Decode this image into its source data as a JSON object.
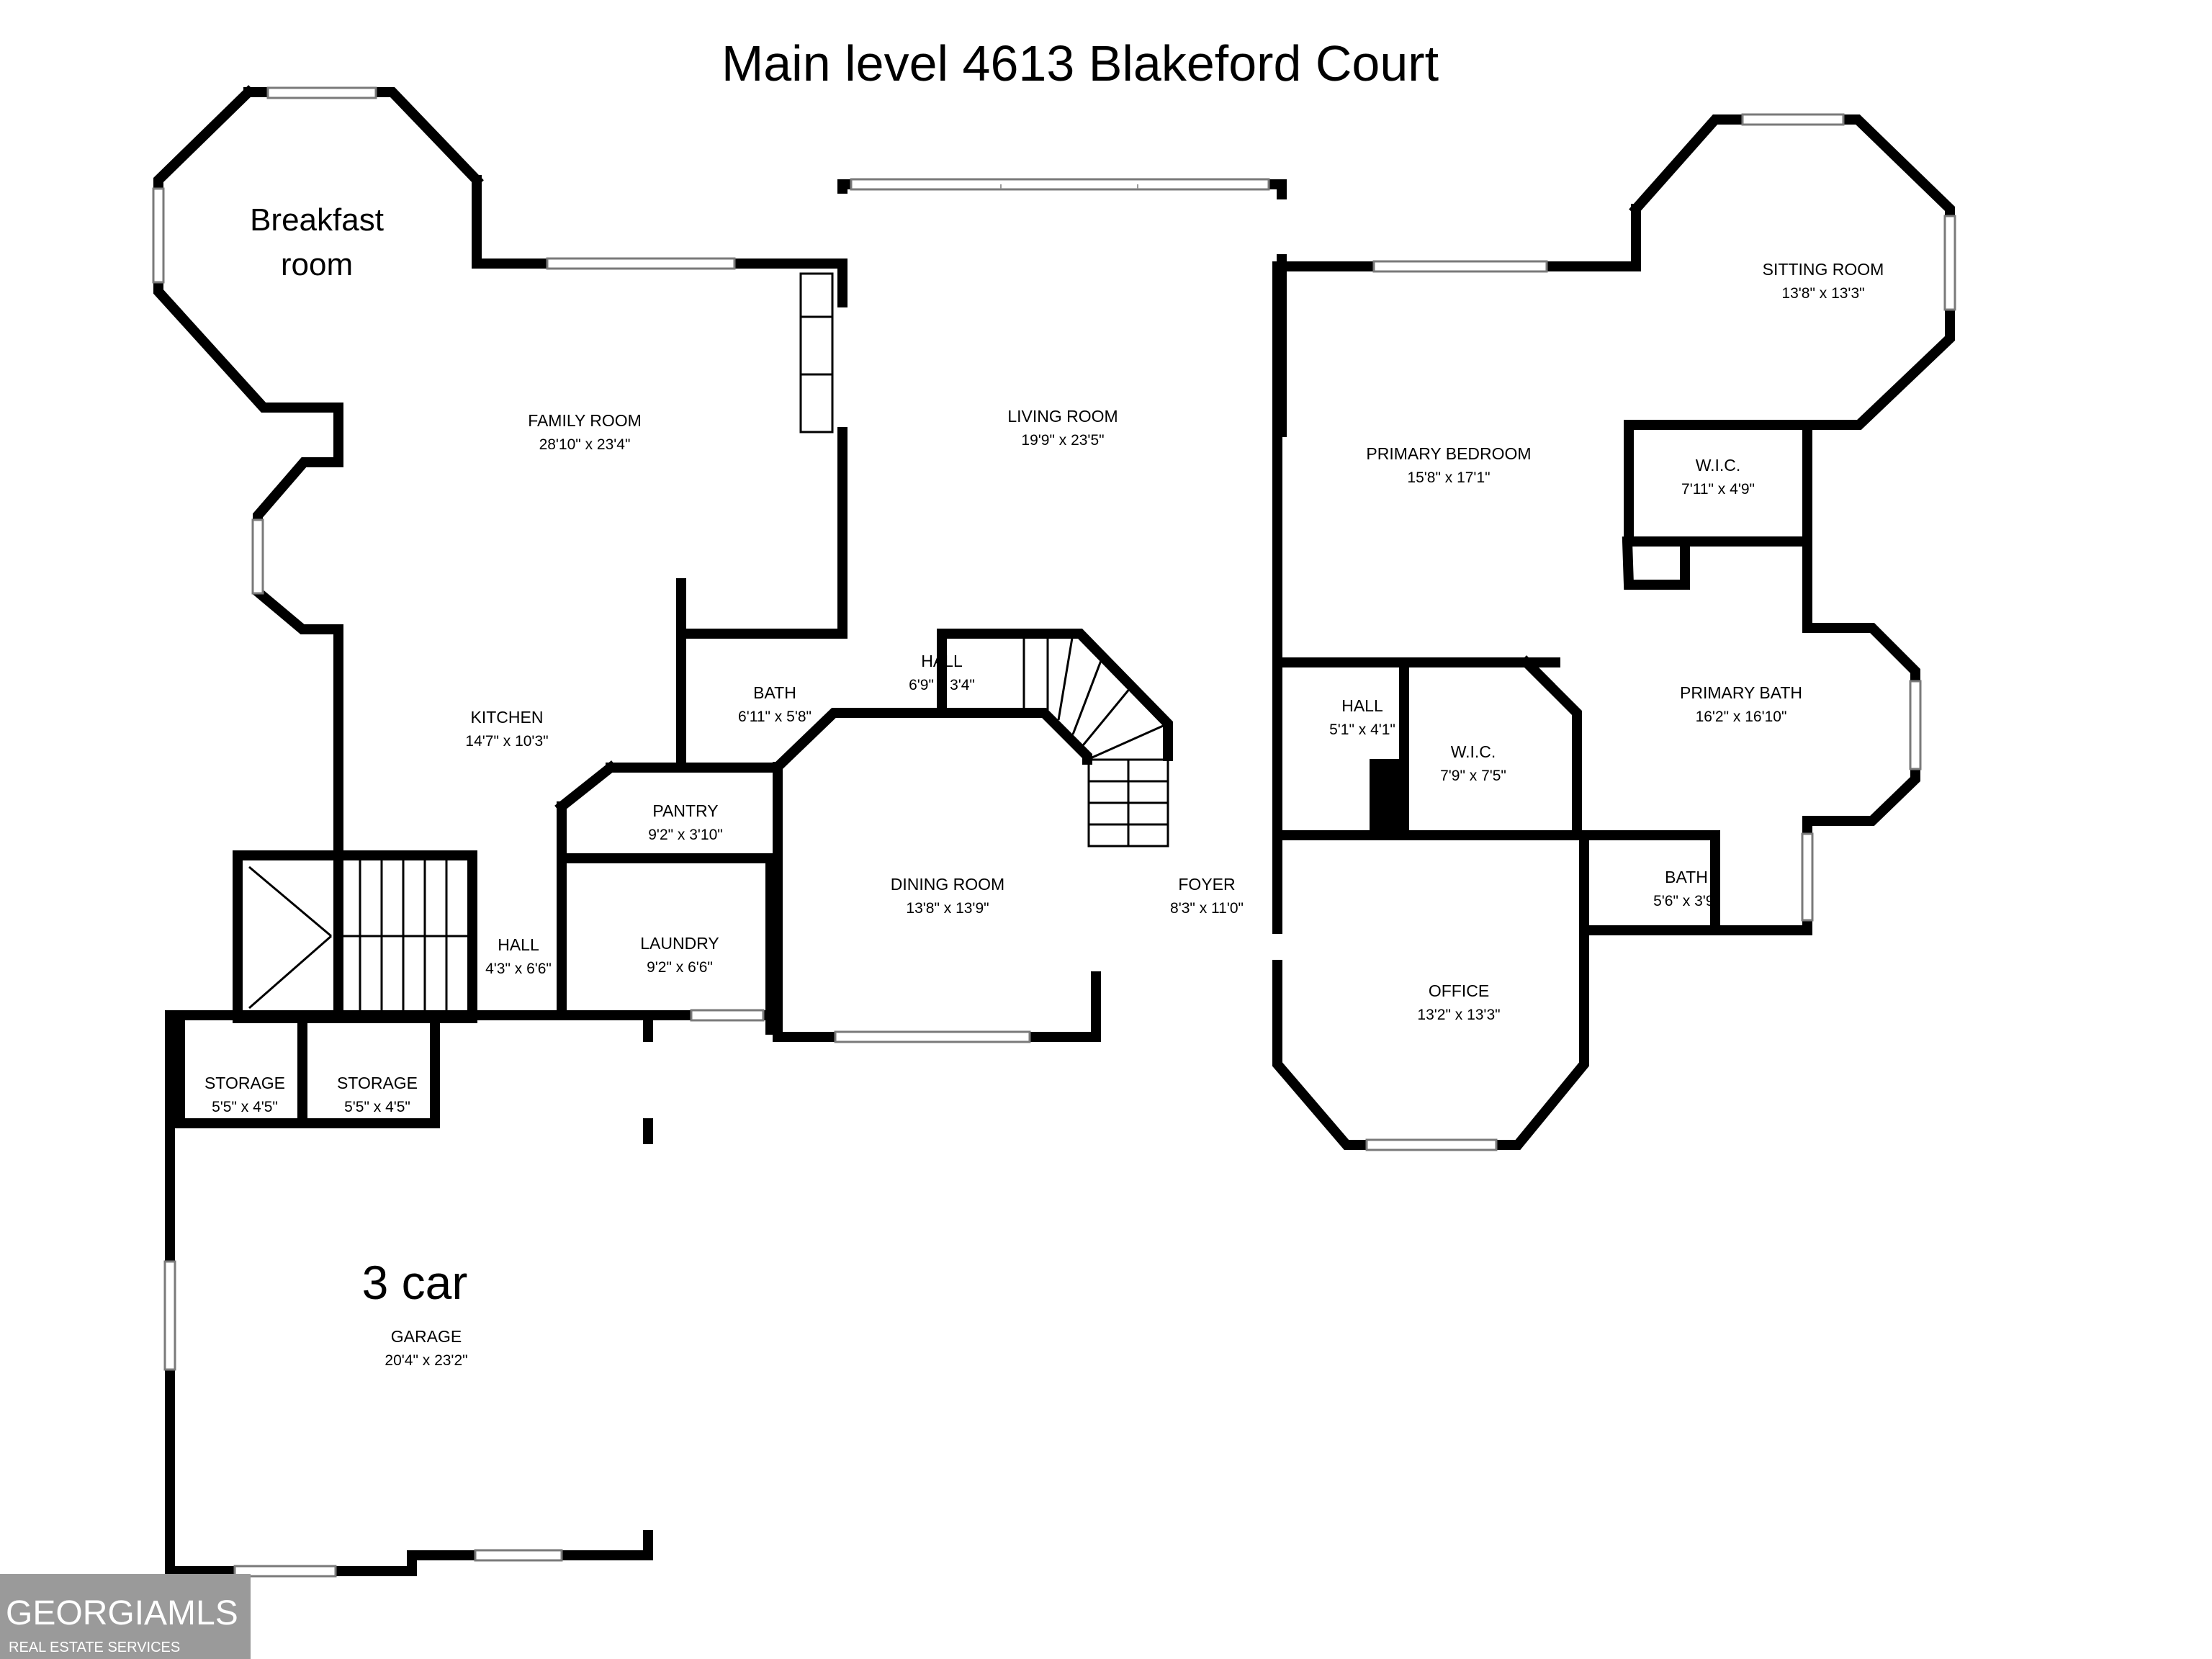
{
  "title": "Main level 4613 Blakeford Court",
  "rooms": {
    "breakfast": {
      "line1": "Breakfast",
      "line2": "room"
    },
    "family_room": {
      "name": "FAMILY ROOM",
      "dim": "28'10\" x 23'4\""
    },
    "living_room": {
      "name": "LIVING ROOM",
      "dim": "19'9\" x 23'5\""
    },
    "primary_bedroom": {
      "name": "PRIMARY BEDROOM",
      "dim": "15'8\" x 17'1\""
    },
    "sitting_room": {
      "name": "SITTING ROOM",
      "dim": "13'8\" x 13'3\""
    },
    "wic_upper": {
      "name": "W.I.C.",
      "dim": "7'11\" x 4'9\""
    },
    "kitchen": {
      "name": "KITCHEN",
      "dim": "14'7\" x 10'3\""
    },
    "bath_center": {
      "name": "BATH",
      "dim": "6'11\" x 5'8\""
    },
    "hall_center": {
      "name": "HALL",
      "dim": "6'9\" x 3'4\""
    },
    "hall_right": {
      "name": "HALL",
      "dim": "5'1\" x 4'1\""
    },
    "wic_lower": {
      "name": "W.I.C.",
      "dim": "7'9\" x 7'5\""
    },
    "primary_bath": {
      "name": "PRIMARY BATH",
      "dim": "16'2\" x 16'10\""
    },
    "pantry": {
      "name": "PANTRY",
      "dim": "9'2\" x 3'10\""
    },
    "dining_room": {
      "name": "DINING ROOM",
      "dim": "13'8\" x 13'9\""
    },
    "foyer": {
      "name": "FOYER",
      "dim": "8'3\" x 11'0\""
    },
    "hall_left": {
      "name": "HALL",
      "dim": "4'3\" x 6'6\""
    },
    "laundry": {
      "name": "LAUNDRY",
      "dim": "9'2\" x 6'6\""
    },
    "bath_small": {
      "name": "BATH",
      "dim": "5'6\" x 3'9\""
    },
    "office": {
      "name": "OFFICE",
      "dim": "13'2\" x 13'3\""
    },
    "storage_1": {
      "name": "STORAGE",
      "dim": "5'5\" x 4'5\""
    },
    "storage_2": {
      "name": "STORAGE",
      "dim": "5'5\" x 4'5\""
    },
    "garage": {
      "note": "3 car",
      "name": "GARAGE",
      "dim": "20'4\" x 23'2\""
    }
  },
  "logo": {
    "brand": "GEORGIAMLS",
    "tagline": "REAL ESTATE SERVICES"
  }
}
